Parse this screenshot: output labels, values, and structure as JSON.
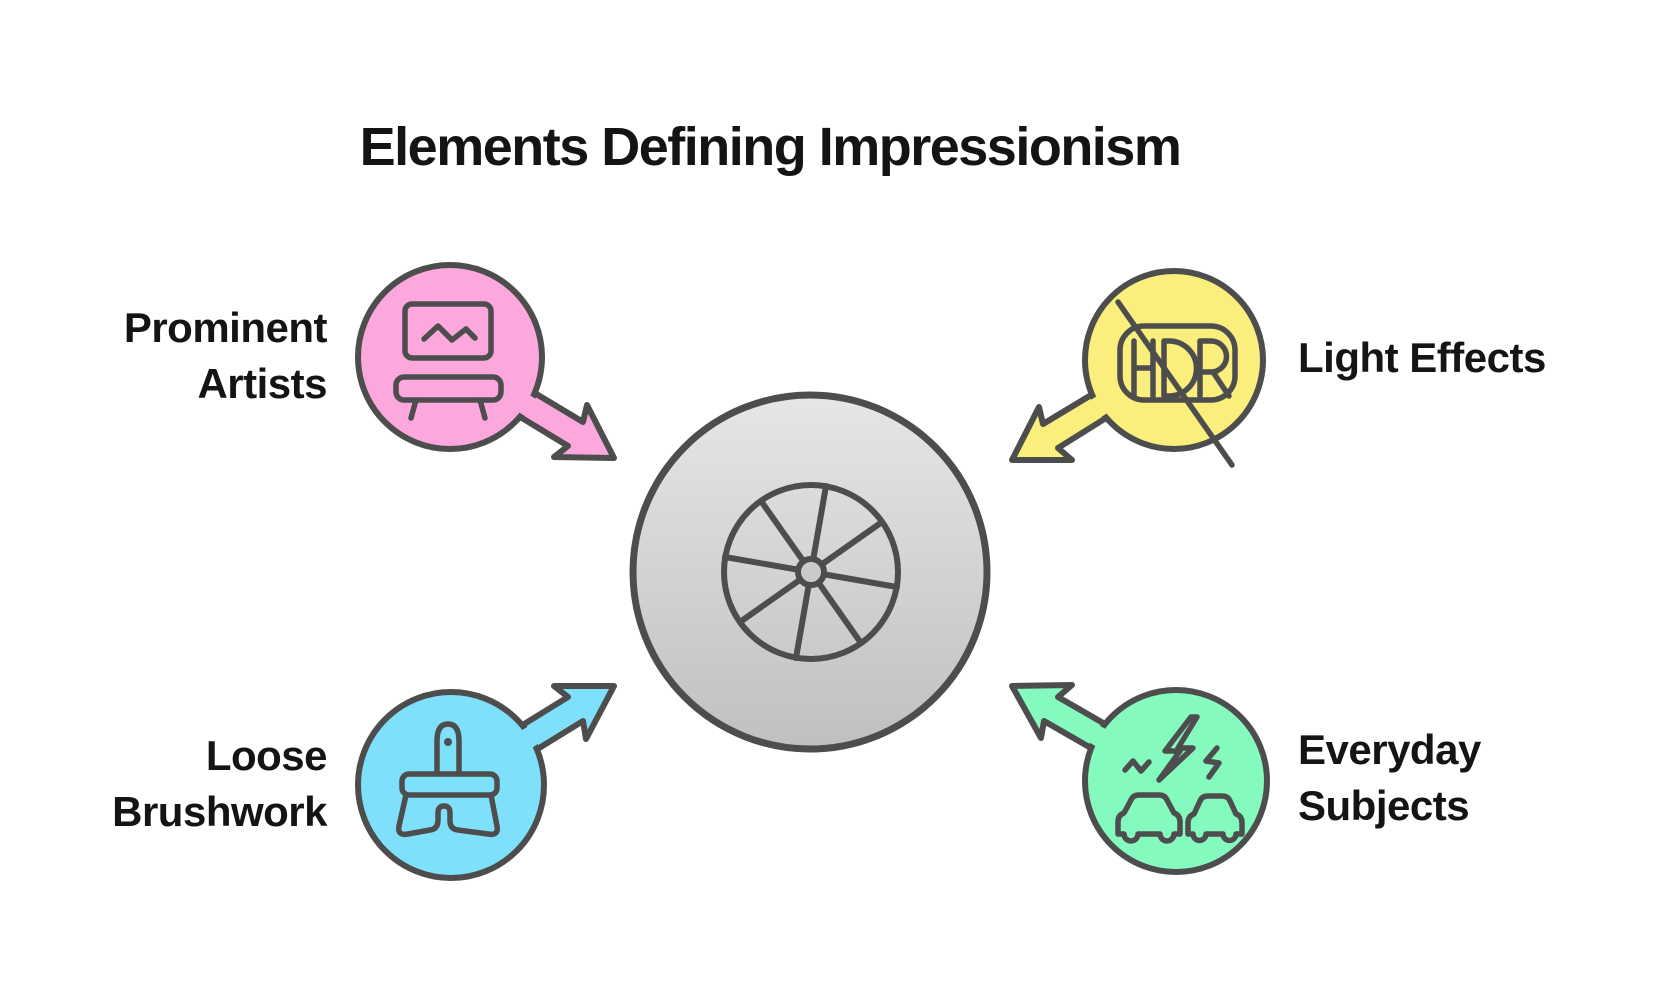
{
  "title": "Elements Defining Impressionism",
  "nodes": [
    {
      "id": "prominent-artists",
      "label": "Prominent\nArtists",
      "color": "#FCA8DD",
      "icon": "easel-painting-icon",
      "position": "top-left"
    },
    {
      "id": "light-effects",
      "label": "Light Effects",
      "color": "#FAEE7D",
      "icon": "hdr-off-icon",
      "position": "top-right"
    },
    {
      "id": "loose-brushwork",
      "label": "Loose\nBrushwork",
      "color": "#7EE0FB",
      "icon": "paintbrush-icon",
      "position": "bottom-left"
    },
    {
      "id": "everyday-subjects",
      "label": "Everyday\nSubjects",
      "color": "#85FABF",
      "icon": "car-crash-icon",
      "position": "bottom-right"
    }
  ],
  "center": {
    "icon": "color-wheel-icon",
    "fill_top": "#E6E6E6",
    "fill_bottom": "#C0C0C0",
    "hub_fill": "#CACACA",
    "spokes": 8
  },
  "colors": {
    "outline": "#4D4D4D",
    "text": "#141414",
    "background": "#FFFFFF"
  }
}
